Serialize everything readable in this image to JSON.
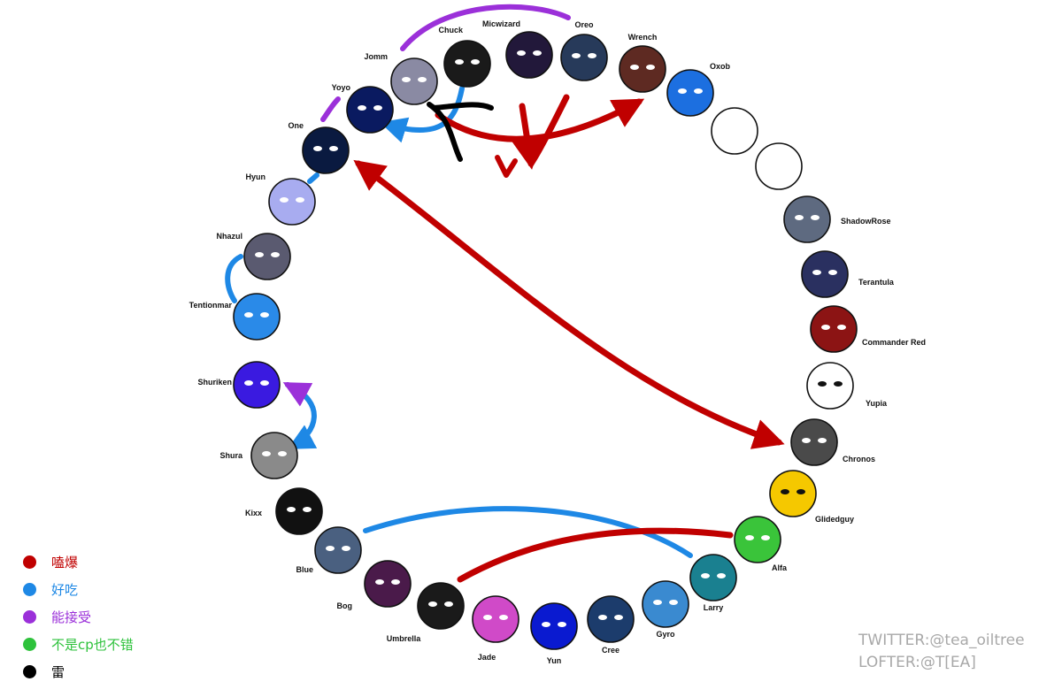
{
  "characters": [
    {
      "name": "Jomm",
      "color": "#8a8aa3"
    },
    {
      "name": "Chuck",
      "color": "#1a1a1a"
    },
    {
      "name": "Micwizard",
      "color": "#22183a"
    },
    {
      "name": "Oreo",
      "color": "#273a5a"
    },
    {
      "name": "Wrench",
      "color": "#5e2a22"
    },
    {
      "name": "Oxob",
      "color": "#1c6fe0"
    },
    {
      "name": "",
      "color": "#ffffff"
    },
    {
      "name": "",
      "color": "#ffffff"
    },
    {
      "name": "ShadowRose",
      "color": "#5e6a80"
    },
    {
      "name": "Terantula",
      "color": "#2a3060"
    },
    {
      "name": "Commander Red",
      "color": "#8c1414"
    },
    {
      "name": "Yupia",
      "color": "#ffffff"
    },
    {
      "name": "Chronos",
      "color": "#4a4a4a"
    },
    {
      "name": "Glidedguy",
      "color": "#f5c800"
    },
    {
      "name": "Alfa",
      "color": "#3ac43a"
    },
    {
      "name": "Larry",
      "color": "#1a8090"
    },
    {
      "name": "Gyro",
      "color": "#3a8ad0"
    },
    {
      "name": "Cree",
      "color": "#1c3c6c"
    },
    {
      "name": "Yun",
      "color": "#0a1ad0"
    },
    {
      "name": "Jade",
      "color": "#d04ac8"
    },
    {
      "name": "Umbrella",
      "color": "#1a1a1a"
    },
    {
      "name": "Bog",
      "color": "#4a1a4a"
    },
    {
      "name": "Blue",
      "color": "#4a6080"
    },
    {
      "name": "Kixx",
      "color": "#111111"
    },
    {
      "name": "Shura",
      "color": "#8a8a8a"
    },
    {
      "name": "Shuriken",
      "color": "#3a1ae0"
    },
    {
      "name": "Tentionmar",
      "color": "#2a8ae8"
    },
    {
      "name": "Nhazul",
      "color": "#5a5a70"
    },
    {
      "name": "Hyun",
      "color": "#a8acf0"
    },
    {
      "name": "One",
      "color": "#0a1a40"
    },
    {
      "name": "Yoyo",
      "color": "#0a1a60"
    }
  ],
  "relation_colors": {
    "red": "#c00000",
    "blue": "#1e88e5",
    "purple": "#9b30d9",
    "green": "#2ec23c",
    "black": "#000000"
  },
  "legend": [
    {
      "label": "嗑爆",
      "color": "#c00000"
    },
    {
      "label": "好吃",
      "color": "#1e88e5"
    },
    {
      "label": "能接受",
      "color": "#9b30d9"
    },
    {
      "label": "不是cp也不错",
      "color": "#2ec23c"
    },
    {
      "label": "雷",
      "color": "#000000"
    }
  ],
  "credits": {
    "twitter": "TWITTER:@tea_oiltree",
    "lofter": "LOFTER:@T[EA]"
  }
}
